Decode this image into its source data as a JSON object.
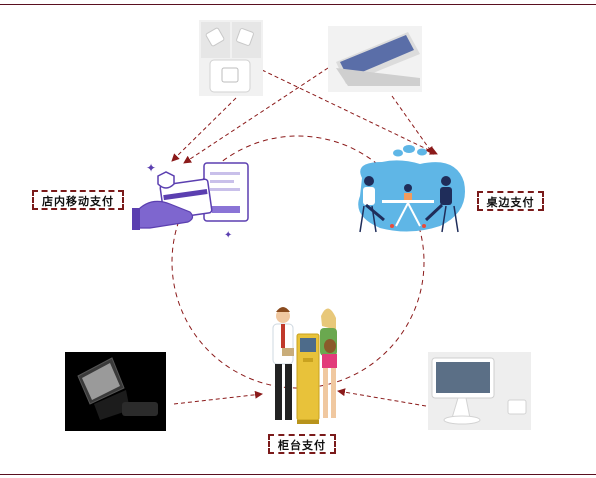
{
  "labels": {
    "in_store_mobile": "店内移动支付",
    "tableside": "桌边支付",
    "counter": "柜台支付"
  },
  "colors": {
    "rule": "#5a1020",
    "arrow": "#8b1a1a",
    "purple": "#5b3fb0",
    "illustration_blue": "#5fb6e6",
    "kiosk_yellow": "#e8c23a"
  },
  "icons": [
    "card-reader-photo",
    "pos-tablet-photo",
    "mobile-payment-icon",
    "tableside-dining-illustration",
    "self-service-kiosk-illustration",
    "black-pos-terminal-photo",
    "white-pos-terminal-photo"
  ]
}
